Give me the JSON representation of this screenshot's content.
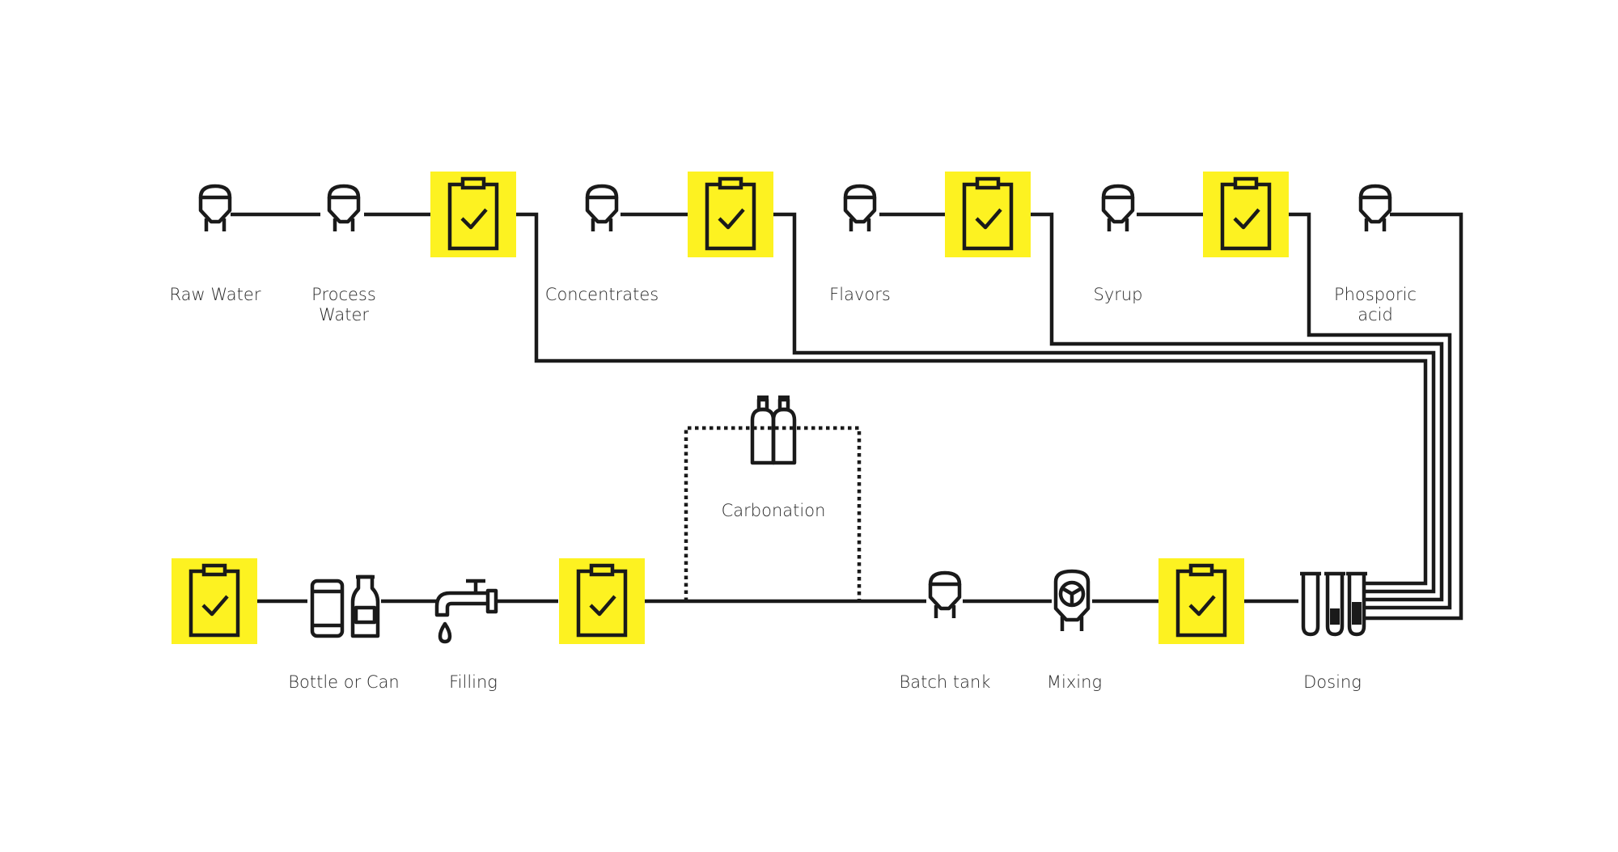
{
  "colors": {
    "line": "#1a1a1a",
    "check_bg": "#fdf221",
    "background": "#ffffff"
  },
  "icons": {
    "tank": "tank-icon",
    "checkpoint": "clipboard-check-icon",
    "mixer": "mixer-tank-icon",
    "gas": "gas-cylinders-icon",
    "bottle_can": "bottle-can-icon",
    "tap": "faucet-icon",
    "dosing": "test-tubes-icon"
  },
  "labels": {
    "raw_water": "Raw Water",
    "process_water": "Process\nWater",
    "concentrates": "Concentrates",
    "flavors": "Flavors",
    "syrup": "Syrup",
    "phosphoric_acid": "Phosporic\nacid",
    "carbonation": "Carbonation",
    "bottle_or_can": "Bottle or Can",
    "filling": "Filling",
    "batch_tank": "Batch tank",
    "mixing": "Mixing",
    "dosing": "Dosing"
  }
}
